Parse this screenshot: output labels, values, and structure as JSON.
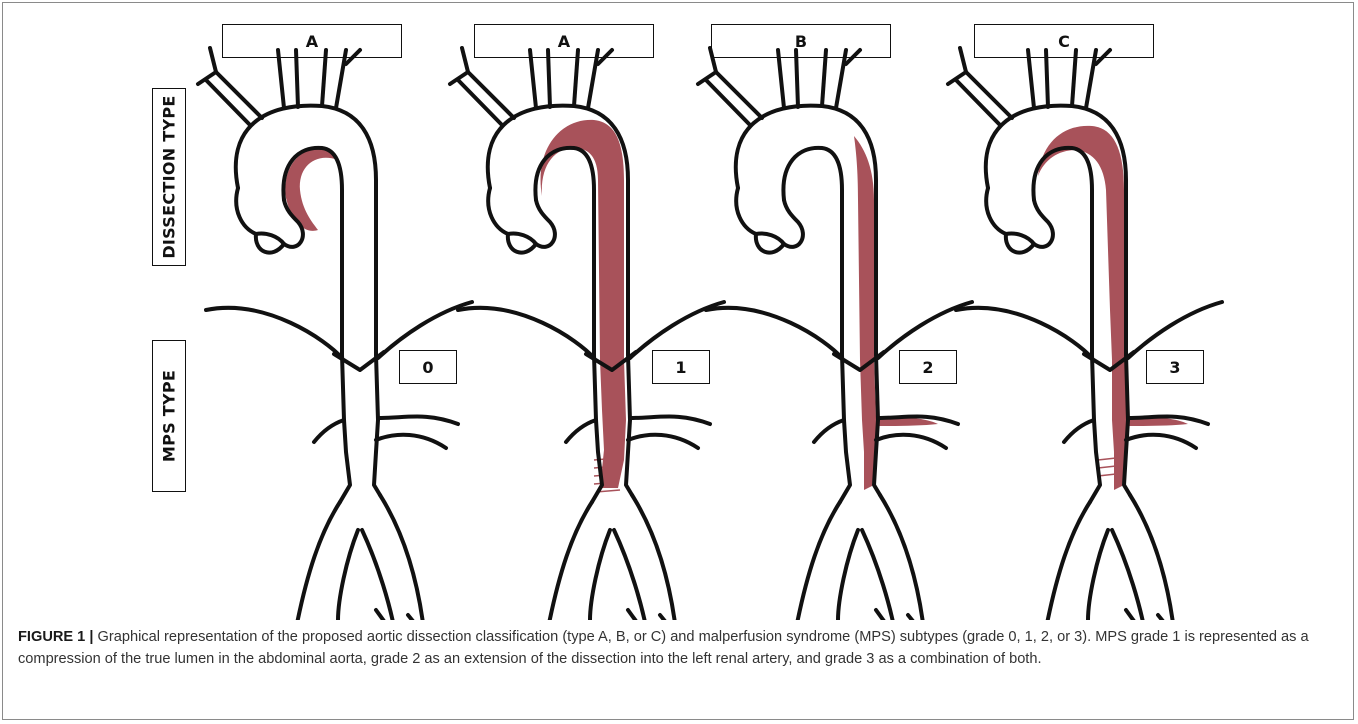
{
  "row_labels": {
    "dissection": "DISSECTION TYPE",
    "mps": "MPS TYPE"
  },
  "panels": [
    {
      "type": "A",
      "grade": "0"
    },
    {
      "type": "A",
      "grade": "1"
    },
    {
      "type": "B",
      "grade": "2"
    },
    {
      "type": "C",
      "grade": "3"
    }
  ],
  "colors": {
    "false_lumen": "#a8525a",
    "outline": "#111111"
  },
  "caption": {
    "lead": "FIGURE 1 |",
    "text": " Graphical representation of the proposed aortic dissection classification (type A, B, or C) and malperfusion syndrome (MPS) subtypes (grade 0, 1, 2, or 3). MPS grade 1 is represented as a compression of the true lumen in the abdominal aorta, grade 2 as an extension of the dissection into the left renal artery, and grade 3 as a combination of both."
  }
}
